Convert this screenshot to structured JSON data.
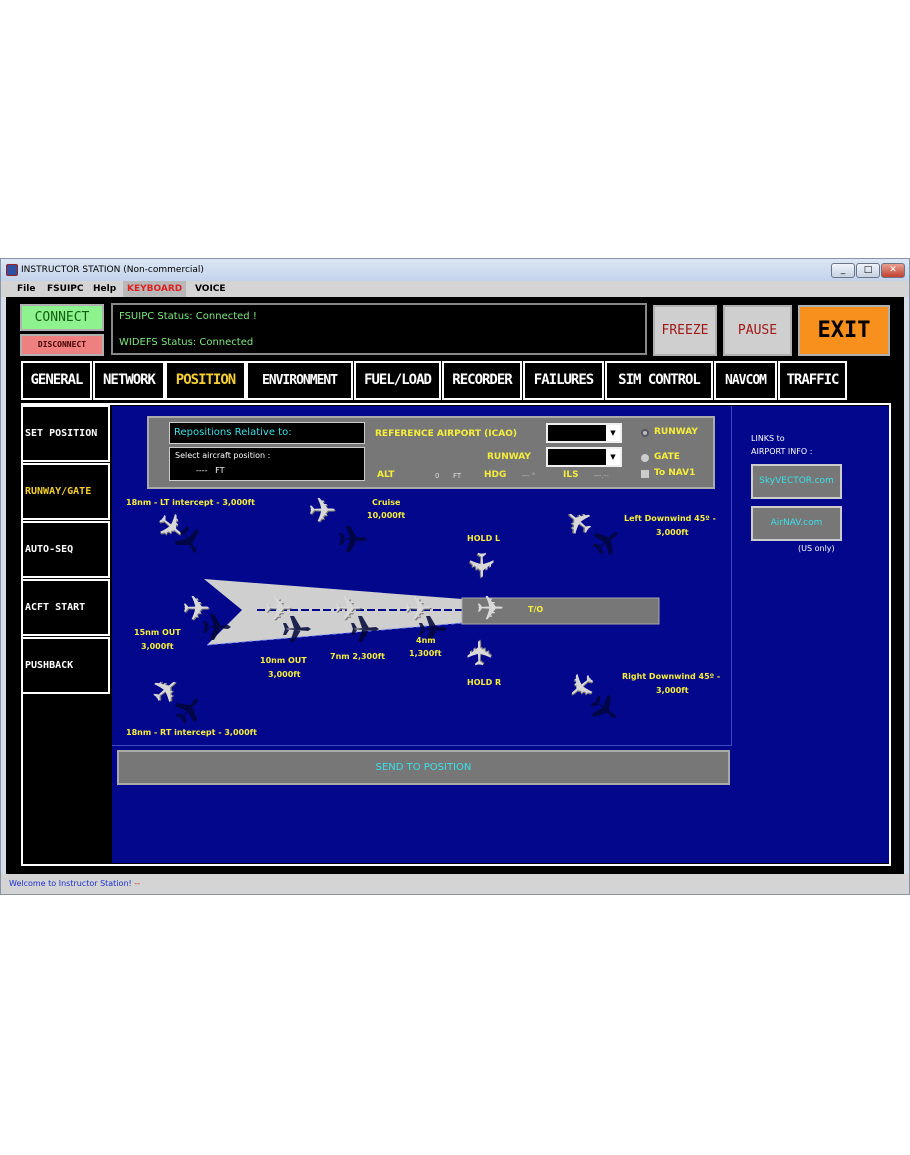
{
  "window": {
    "title": "INSTRUCTOR STATION (Non-commercial)",
    "min": "_",
    "max": "□",
    "close": "✕"
  },
  "menu": [
    "File",
    "FSUIPC",
    "Help",
    "KEYBOARD",
    "VOICE"
  ],
  "connect": "CONNECT",
  "disconnect": "DISCONNECT",
  "status": {
    "fsuipc": "FSUIPC Status: Connected !",
    "widefs": "WIDEFS Status: Connected"
  },
  "controls": {
    "freeze": "FREEZE",
    "pause": "PAUSE",
    "exit": "EXIT"
  },
  "tabs": [
    "GENERAL",
    "NETWORK",
    "POSITION",
    "ENVIRONMENT",
    "FUEL/LOAD",
    "RECORDER",
    "FAILURES",
    "SIM CONTROL",
    "NAVCOM",
    "TRAFFIC"
  ],
  "sidebar": [
    "SET POSITION",
    "RUNWAY/GATE",
    "AUTO-SEQ",
    "ACFT START",
    "PUSHBACK"
  ],
  "panel": {
    "reposition_title": "Repositions Relative to:",
    "select_label": "Select aircraft position :",
    "select_value": "----   FT",
    "ref_airport_label": "REFERENCE AIRPORT (ICAO)",
    "runway_label": "RUNWAY",
    "alt_label": "ALT",
    "alt_value": "0",
    "alt_unit": "FT",
    "hdg_label": "HDG",
    "hdg_value": "--- °",
    "ils_label": "ILS",
    "ils_value": "---.--",
    "opt_runway": "RUNWAY",
    "opt_gate": "GATE",
    "opt_nav1": "To NAV1"
  },
  "diagram": {
    "lt_intercept": "18nm - LT intercept - 3,000ft",
    "cruise": "Cruise",
    "cruise_alt": "10,000ft",
    "hold_l": "HOLD L",
    "left_downwind": "Left Downwind 45º -",
    "left_downwind_alt": "3,000ft",
    "out15": "15nm OUT",
    "out15_alt": "3,000ft",
    "out10": "10nm OUT",
    "out10_alt": "3,000ft",
    "nm7": "7nm 2,300ft",
    "nm4": "4nm",
    "nm4_alt": "1,300ft",
    "to": "T/O",
    "hold_r": "HOLD R",
    "right_downwind": "Right Downwind 45º -",
    "right_downwind_alt": "3,000ft",
    "rt_intercept": "18nm - RT intercept - 3,000ft"
  },
  "send": "SEND TO POSITION",
  "links": {
    "title1": "LINKS to",
    "title2": "AIRPORT INFO :",
    "skyvector": "SkyVECTOR.com",
    "airnav": "AirNAV.com",
    "us_only": "(US only)"
  },
  "statusbar": {
    "welcome": "Welcome to Instructor Station!",
    "dash": "--"
  },
  "colors": {
    "blue": "#03078c",
    "yellow": "#f5ee3a",
    "green": "#7fe87f"
  }
}
